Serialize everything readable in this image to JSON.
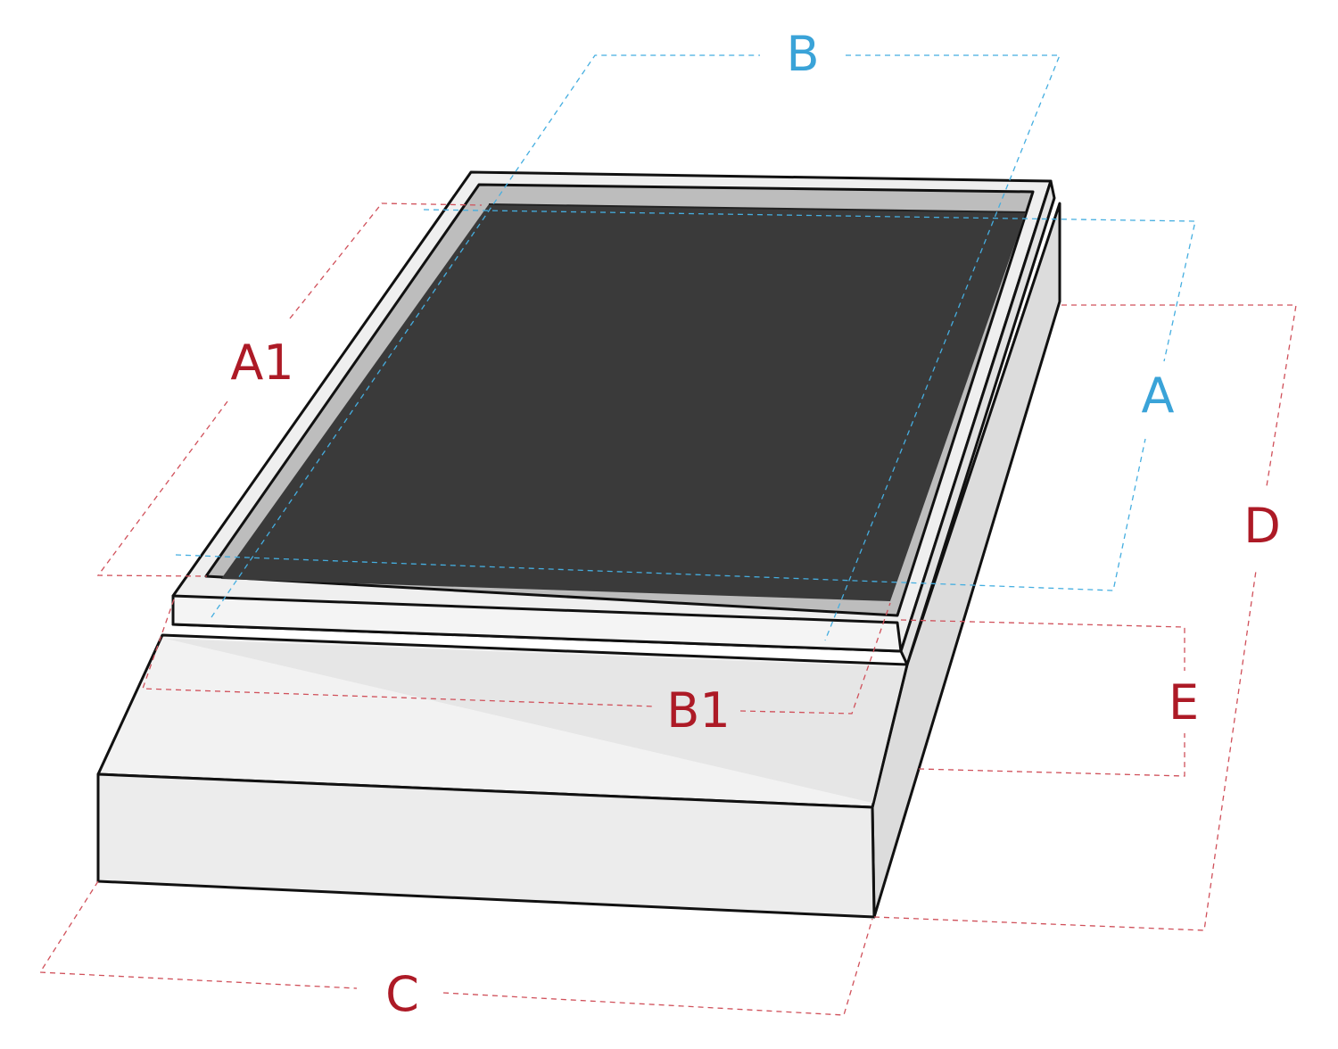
{
  "labels": {
    "a": "A",
    "a1": "A1",
    "b": "B",
    "b1": "B1",
    "c": "C",
    "d": "D",
    "e": "E"
  },
  "colors": {
    "outer_dimensions": "#ad1a26",
    "inner_dimensions": "#3aa3d8",
    "screen": "#3a3a3a",
    "frame": "#efefef",
    "base_side": "#dcdcdc"
  }
}
